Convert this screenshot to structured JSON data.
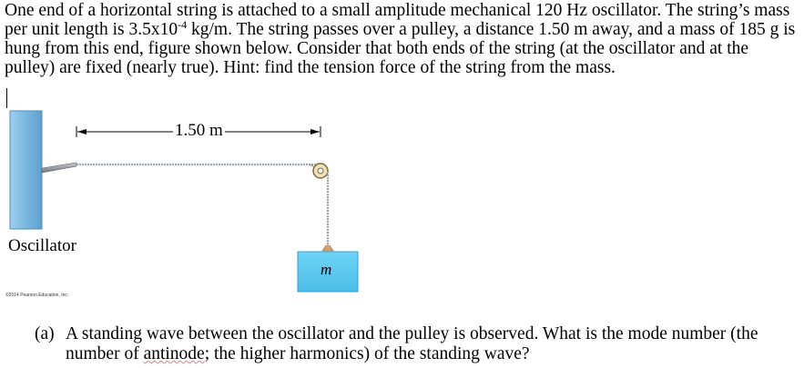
{
  "problem": {
    "part1": "One end of a horizontal string is attached to a small amplitude mechanical 120 Hz oscillator.  The string’s mass per unit length is 3.5x10",
    "exponent": "-4",
    "part2": " kg/m.  The string passes over a pulley, a distance 1.50 m away, and a mass of 185 g is hung from this end, figure shown below. Consider that both ends of the string (at the oscillator and at the pulley) are fixed (nearly true).  Hint: find the tension force of the string from the mass."
  },
  "figure": {
    "distance_label": "1.50 m",
    "oscillator_label": "Oscillator",
    "mass_label": "m",
    "copyright": "©2014 Pearson Education, Inc.",
    "colors": {
      "oscillator": "#7ab8e0",
      "mass": "#5ec8f0",
      "string": "#9aa6b0",
      "pulley": "#e8d8a8"
    }
  },
  "question": {
    "label": "(a)",
    "text_before": "A standing wave between the oscillator and the pulley is observed. What is the mode number (the number of ",
    "highlighted_word": "antinode",
    "text_after": "; the higher harmonics) of the standing wave?"
  }
}
